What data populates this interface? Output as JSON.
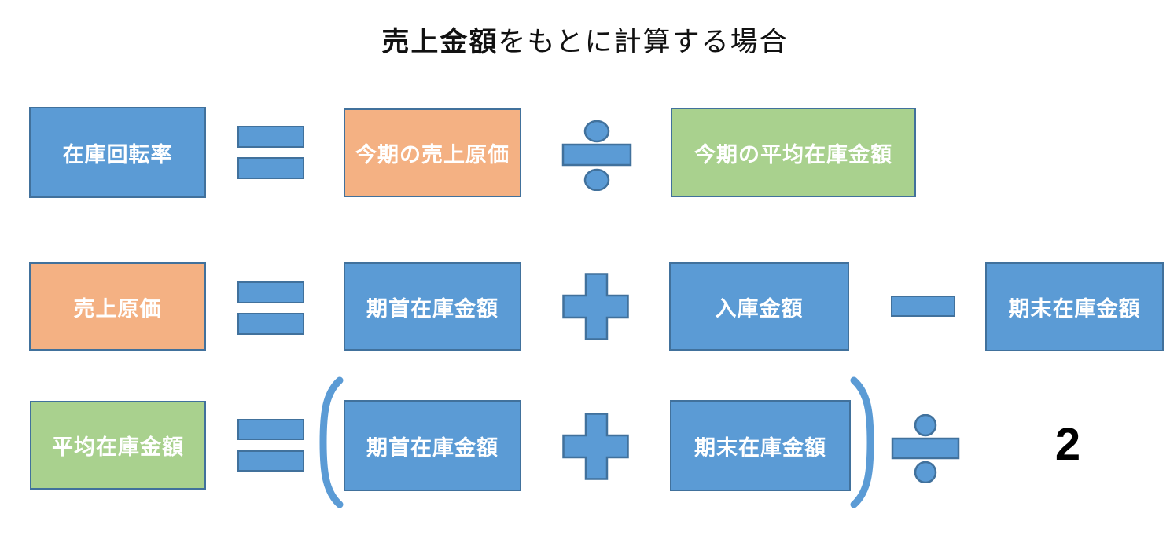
{
  "title": {
    "emphasis": "売上金額",
    "rest": "をもとに計算する場合"
  },
  "colors": {
    "box_blue": "#5B9BD5",
    "box_orange": "#F4B183",
    "box_green": "#A9D18E",
    "shape_border": "#41719C",
    "operator_fill": "#5B9BD5",
    "paren_stroke": "#5B9BD5",
    "box_text": "#FFFFFF",
    "title_text": "#111111",
    "divisor_text": "#000000"
  },
  "rows": [
    {
      "name": "inventory-turnover-formula",
      "result": {
        "label": "在庫回転率",
        "color": "#5B9BD5"
      },
      "equals": "=",
      "operands": [
        {
          "label": "今期の売上原価",
          "color": "#F4B183"
        },
        {
          "label": "今期の平均在庫金額",
          "color": "#A9D18E"
        }
      ],
      "operators": [
        "÷"
      ]
    },
    {
      "name": "cost-of-goods-sold-formula",
      "result": {
        "label": "売上原価",
        "color": "#F4B183"
      },
      "equals": "=",
      "operands": [
        {
          "label": "期首在庫金額",
          "color": "#5B9BD5"
        },
        {
          "label": "入庫金額",
          "color": "#5B9BD5"
        },
        {
          "label": "期末在庫金額",
          "color": "#5B9BD5"
        }
      ],
      "operators": [
        "+",
        "−"
      ]
    },
    {
      "name": "average-inventory-formula",
      "result": {
        "label": "平均在庫金額",
        "color": "#A9D18E"
      },
      "equals": "=",
      "parenthesized": true,
      "operands": [
        {
          "label": "期首在庫金額",
          "color": "#5B9BD5"
        },
        {
          "label": "期末在庫金額",
          "color": "#5B9BD5"
        }
      ],
      "operators": [
        "+",
        "÷"
      ],
      "divisor": "2"
    }
  ]
}
